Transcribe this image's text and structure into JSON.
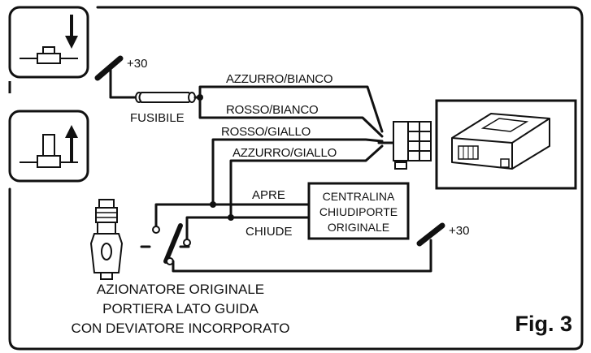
{
  "figure": {
    "label": "Fig. 3"
  },
  "power": {
    "top_label": "+30",
    "bottom_label": "+30"
  },
  "fuse": {
    "label": "FUSIBILE"
  },
  "wires": {
    "w1": "AZZURRO/BIANCO",
    "w2": "ROSSO/BIANCO",
    "w3": "ROSSO/GIALLO",
    "w4": "AZZURRO/GIALLO",
    "open": "APRE",
    "close": "CHIUDE"
  },
  "control_unit": {
    "line1": "CENTRALINA",
    "line2": "CHIUDIPORTE",
    "line3": "ORIGINALE"
  },
  "actuator": {
    "line1": "AZIONATORE ORIGINALE",
    "line2": "PORTIERA LATO GUIDA",
    "line3": "CON DEVIATORE INCORPORATO"
  },
  "side_icons": {
    "top": "lock-down-icon",
    "bottom": "unlock-up-icon"
  }
}
